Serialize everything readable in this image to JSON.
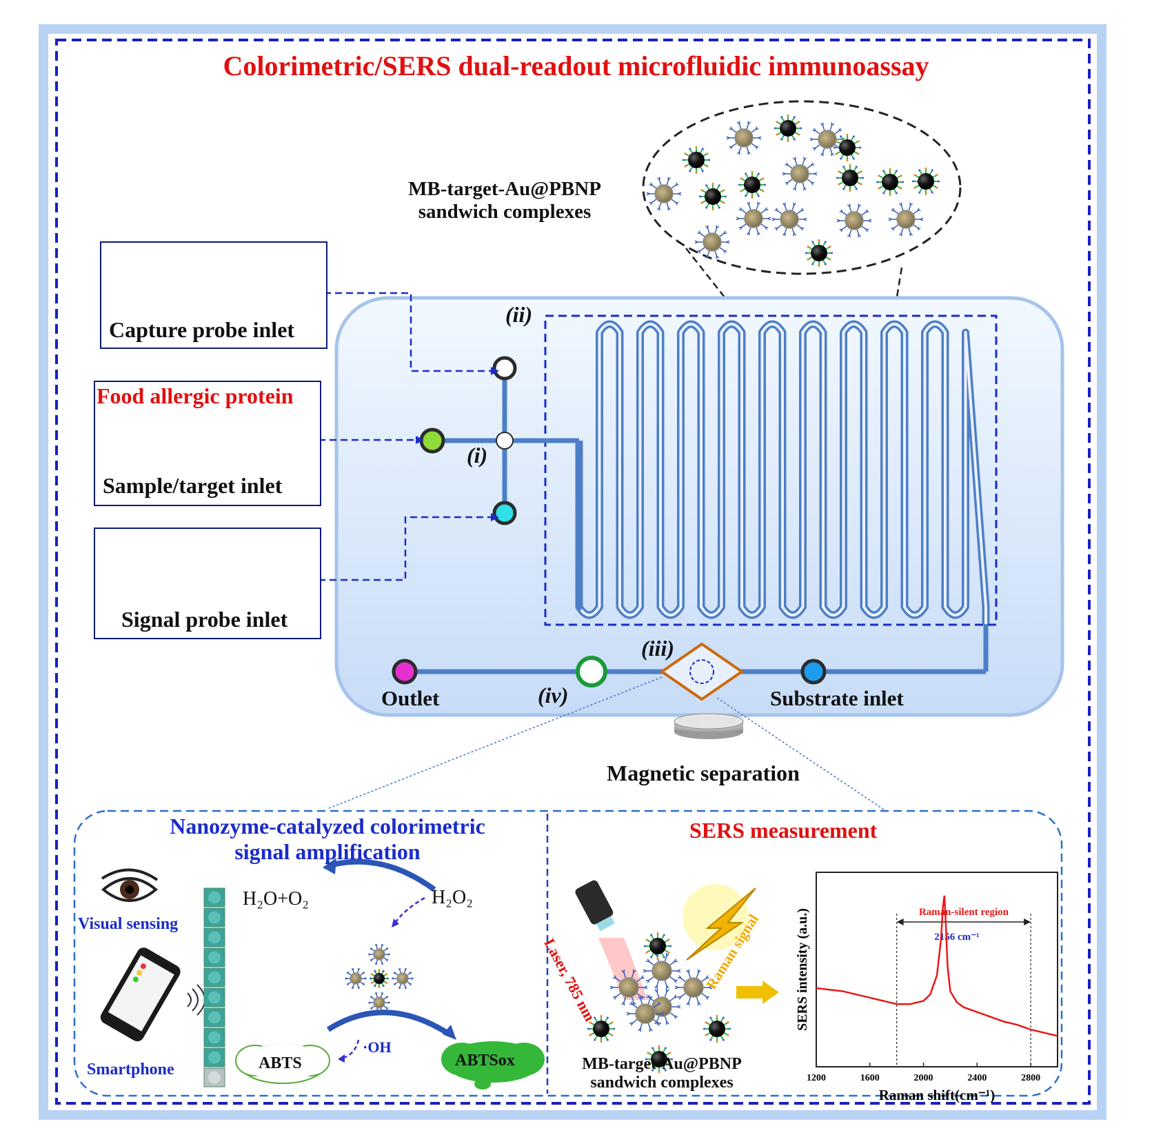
{
  "title": "Colorimetric/SERS dual-readout microfluidic immunoassay",
  "zoom_label": [
    "MB-target-Au@PBNP",
    "sandwich complexes"
  ],
  "inlets": {
    "capture": "Capture probe inlet",
    "food_heading": "Food allergic protein",
    "sample": "Sample/target inlet",
    "signal": "Signal probe inlet"
  },
  "chip": {
    "roman": [
      "(i)",
      "(ii)",
      "(iii)",
      "(iv)"
    ],
    "outlet": "Outlet",
    "substrate": "Substrate inlet",
    "magnet": "Magnetic separation"
  },
  "colorimetric": {
    "title": [
      "Nanozyme-catalyzed colorimetric",
      "signal amplification"
    ],
    "visual": "Visual sensing",
    "phone": "Smartphone",
    "h2o_o2": "H₂O+O₂",
    "h2o2": "H₂O₂",
    "oh": "·OH",
    "abts": "ABTS",
    "abts_ox": "ABTSox"
  },
  "sers": {
    "title": "SERS measurement",
    "laser": "Laser, 785 nm",
    "raman": "Raman signal",
    "complex": [
      "MB-target-Au@PBNP",
      "sandwich complexes"
    ]
  },
  "chart_data": {
    "type": "line",
    "xlabel": "Raman shift(cm⁻¹)",
    "ylabel": "SERS intensity (a.u.)",
    "xlim": [
      1200,
      3000
    ],
    "xticks": [
      1200,
      1600,
      2000,
      2400,
      2800
    ],
    "region_label": "Raman-silent region",
    "region": [
      1800,
      2800
    ],
    "peak_label": "2156 cm⁻¹",
    "series": [
      {
        "color": "#e81818",
        "x": [
          1200,
          1300,
          1400,
          1500,
          1600,
          1700,
          1800,
          1900,
          2000,
          2050,
          2100,
          2130,
          2145,
          2156,
          2165,
          2180,
          2200,
          2250,
          2300,
          2400,
          2500,
          2600,
          2700,
          2800,
          2900,
          3000
        ],
        "y": [
          0.42,
          0.41,
          0.4,
          0.38,
          0.36,
          0.34,
          0.32,
          0.32,
          0.34,
          0.38,
          0.5,
          0.72,
          0.93,
          1.0,
          0.85,
          0.55,
          0.4,
          0.33,
          0.3,
          0.27,
          0.24,
          0.21,
          0.19,
          0.16,
          0.14,
          0.12
        ]
      }
    ]
  },
  "colors": {
    "title_red": "#e01010",
    "panel_blue": "#1a2cc8",
    "frame_blue": "#1a1fc0",
    "channel_blue": "#4d7fc6"
  }
}
